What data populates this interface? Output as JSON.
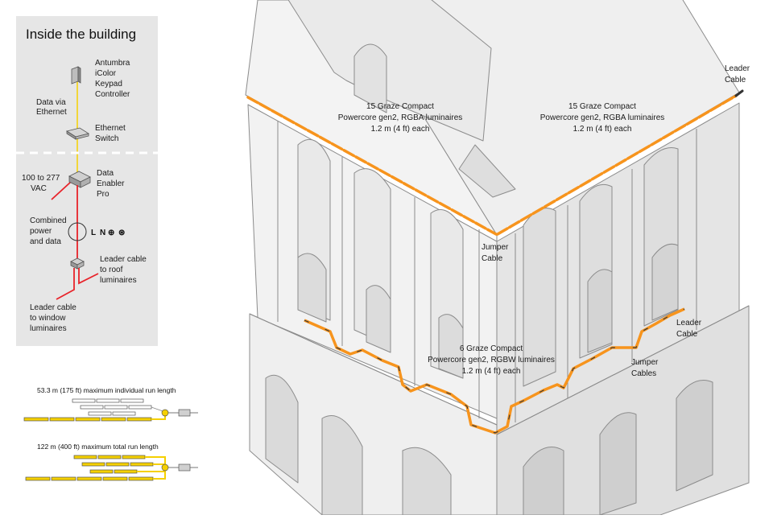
{
  "panel": {
    "title": "Inside the building",
    "components": {
      "controller": [
        "Antumbra",
        "iColor",
        "Keypad",
        "Controller"
      ],
      "data_link": [
        "Data via",
        "Ethernet"
      ],
      "switch": [
        "Ethernet",
        "Switch"
      ],
      "power_in": [
        "100 to 277",
        "VAC"
      ],
      "enabler": [
        "Data",
        "Enabler",
        "Pro"
      ],
      "combined": [
        "Combined",
        "power",
        "and data"
      ],
      "symbols": {
        "l": "L",
        "n": "N",
        "earth": "⊕",
        "data": "⊛"
      },
      "leader_roof": [
        "Leader cable",
        "to roof",
        "luminaires"
      ],
      "leader_window": [
        "Leader cable",
        "to window",
        "luminaires"
      ]
    }
  },
  "runs": {
    "individual": "53.3 m (175 ft) maximum individual run length",
    "total": "122 m (400 ft) maximum total run length"
  },
  "building_labels": {
    "roof_left": [
      "15 Graze Compact",
      "Powercore gen2, RGBA luminaires",
      "1.2 m (4 ft) each"
    ],
    "roof_right": [
      "15 Graze Compact",
      "Powercore gen2, RGBA luminaires",
      "1.2 m (4 ft) each"
    ],
    "window": [
      "6 Graze Compact",
      "Powercore gen2, RGBW luminaires",
      "1.2 m (4 ft) each"
    ],
    "leader_top": [
      "Leader",
      "Cable"
    ],
    "jumper_corner": [
      "Jumper",
      "Cable"
    ],
    "leader_side": [
      "Leader",
      "Cable"
    ],
    "jumper_side": [
      "Jumper",
      "Cables"
    ]
  },
  "colors": {
    "panel_bg": "#e6e6e6",
    "luminaire": "#f7941d",
    "cable_red": "#e8232a",
    "data_yellow": "#f5d000",
    "building_line": "#8c8c8c"
  }
}
